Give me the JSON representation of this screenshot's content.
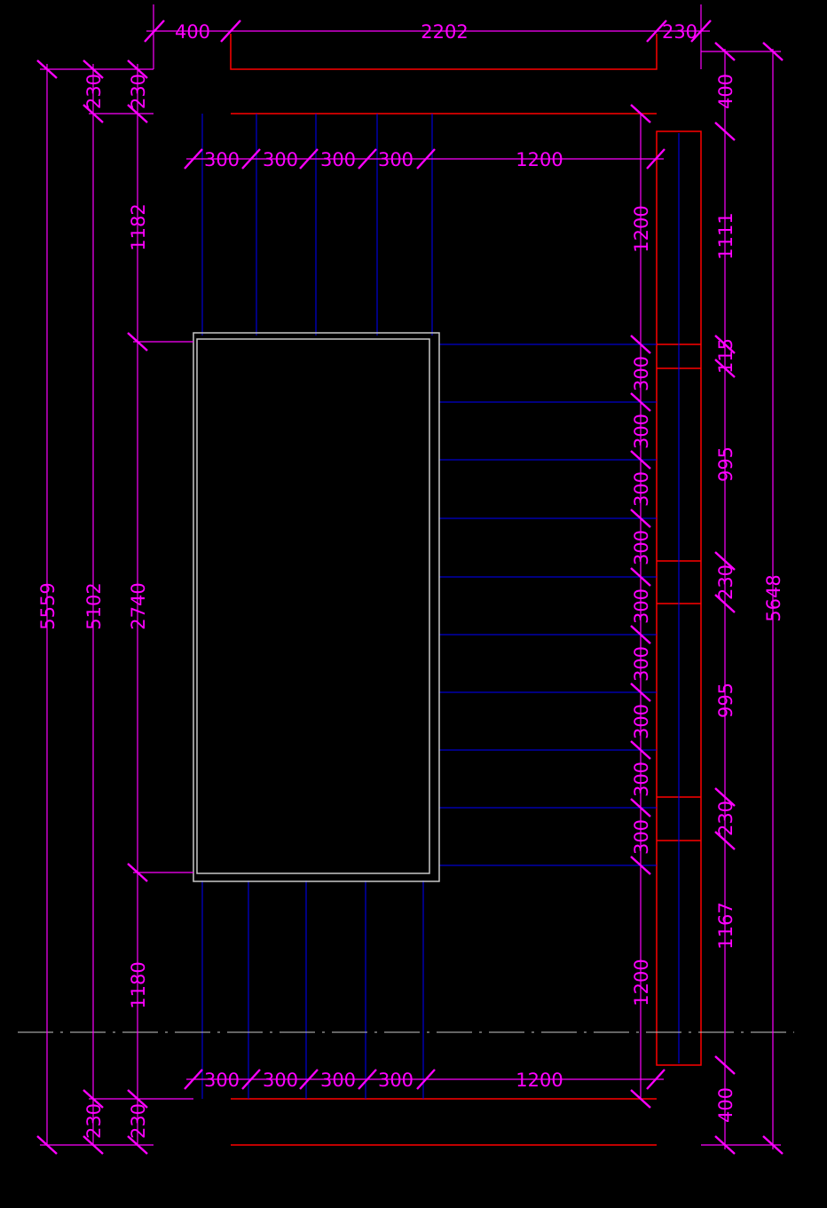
{
  "colors": {
    "background": "#000000",
    "dimension": "#ff00ff",
    "wall": "#ff0000",
    "joist": "#0000ff",
    "outline": "#c8c8c8"
  },
  "top_dimensions": {
    "left_wall": "400",
    "span": "2202",
    "right_wall": "230",
    "joist_spacings": [
      "300",
      "300",
      "300",
      "300"
    ],
    "joist_span": "1200"
  },
  "bottom_dimensions": {
    "joist_spacings": [
      "300",
      "300",
      "300",
      "300"
    ],
    "joist_span": "1200"
  },
  "left_dimensions": {
    "overall": "5559",
    "inner": "5102",
    "top_wall_1": "230",
    "top_wall_2": "230",
    "upper_segment": "1182",
    "opening": "2740",
    "lower_segment": "1180",
    "bottom_wall_1": "230",
    "bottom_wall_2": "230"
  },
  "right_dimensions": {
    "overall": "5648",
    "top_wall": "400",
    "segment_1": "1111",
    "small_gap": "115",
    "segment_2": "995",
    "beam_1": "230",
    "segment_3": "995",
    "beam_2": "230",
    "segment_4": "1167",
    "bottom_wall": "400"
  },
  "inner_right_dimensions": {
    "upper_span": "1200",
    "lower_span": "1200",
    "spacings": [
      "300",
      "300",
      "300",
      "300",
      "300",
      "300",
      "300",
      "300",
      "300"
    ]
  }
}
